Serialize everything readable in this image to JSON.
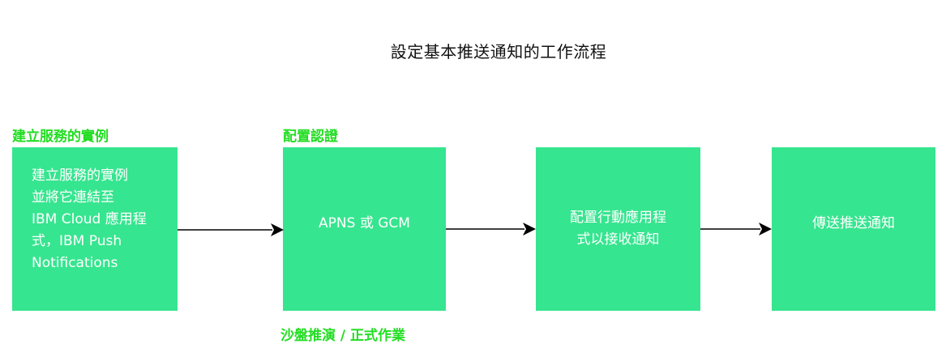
{
  "title": "設定基本推送通知的工作流程",
  "labels": {
    "instance": "建立服務的實例",
    "credentials": "配置認證",
    "sandbox": "沙盤推演 / 正式作業"
  },
  "steps": [
    {
      "lines": [
        "建立服務的實例",
        "並將它連結至",
        "IBM Cloud 應用程",
        "式，IBM Push",
        "Notifications"
      ]
    },
    {
      "lines": [
        "APNS 或 GCM"
      ]
    },
    {
      "lines": [
        "配置行動應用程",
        "式以接收通知"
      ]
    },
    {
      "lines": [
        "傳送推送通知"
      ]
    }
  ],
  "colors": {
    "box_fill": "#36e58f",
    "label_green": "#22dd22",
    "arrow": "#000000"
  }
}
